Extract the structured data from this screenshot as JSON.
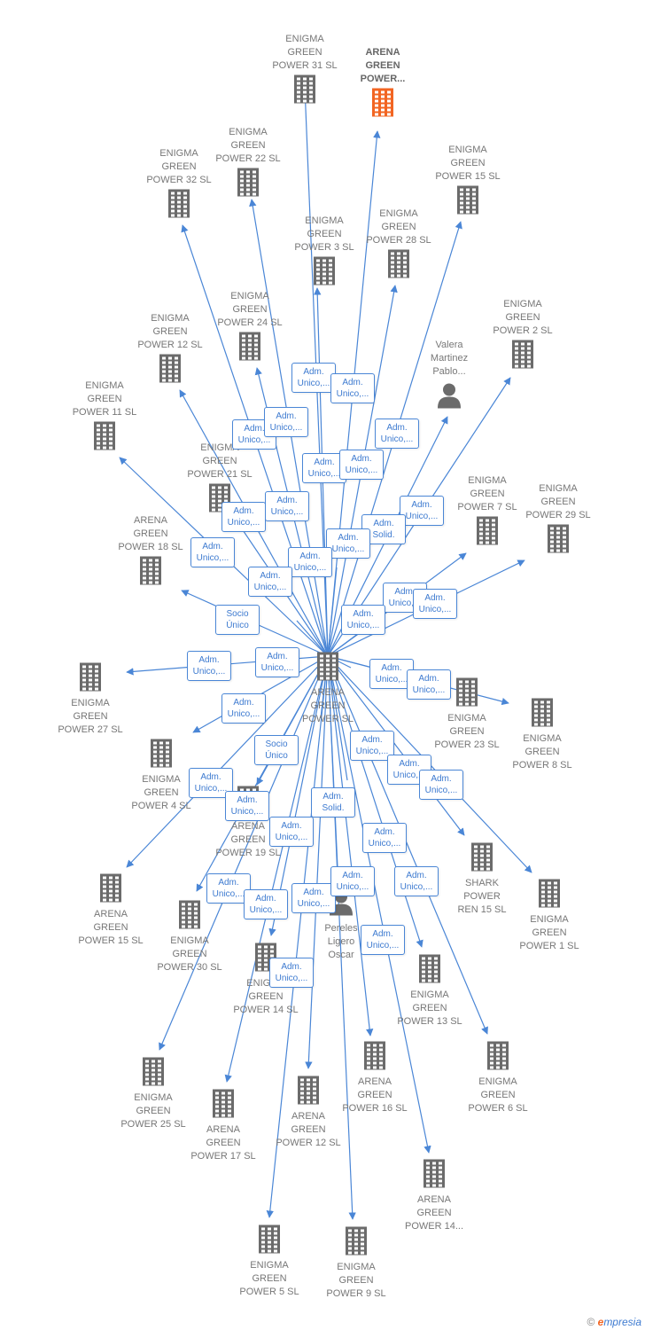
{
  "colors": {
    "edge": "#4a86d6",
    "building": "#6b6b6b",
    "highlight": "#f26522",
    "label": "#777777",
    "rel_text": "#3d7ad0"
  },
  "footer": {
    "copyright": "©",
    "brand_e": "e",
    "brand_rest": "mpresia"
  },
  "nodes": [
    {
      "id": "center",
      "label": "ARENA\nGREEN\nPOWER  SL",
      "icon": "building-icon"
    },
    {
      "id": "n1",
      "label": "ENIGMA\nGREEN\nPOWER 31  SL",
      "icon": "building-icon"
    },
    {
      "id": "n2",
      "label": "ARENA\nGREEN\nPOWER...",
      "icon": "building-icon",
      "highlight": true
    },
    {
      "id": "n3",
      "label": "ENIGMA\nGREEN\nPOWER 22  SL",
      "icon": "building-icon"
    },
    {
      "id": "n4",
      "label": "ENIGMA\nGREEN\nPOWER 32  SL",
      "icon": "building-icon"
    },
    {
      "id": "n5",
      "label": "ENIGMA\nGREEN\nPOWER 15  SL",
      "icon": "building-icon"
    },
    {
      "id": "n6",
      "label": "ENIGMA\nGREEN\nPOWER 3  SL",
      "icon": "building-icon"
    },
    {
      "id": "n7",
      "label": "ENIGMA\nGREEN\nPOWER 28  SL",
      "icon": "building-icon"
    },
    {
      "id": "n8",
      "label": "ENIGMA\nGREEN\nPOWER 2  SL",
      "icon": "building-icon"
    },
    {
      "id": "n9",
      "label": "ENIGMA\nGREEN\nPOWER 24  SL",
      "icon": "building-icon"
    },
    {
      "id": "n10",
      "label": "ENIGMA\nGREEN\nPOWER 12  SL",
      "icon": "building-icon"
    },
    {
      "id": "n11",
      "label": "Valera\nMartinez\nPablo...",
      "icon": "person-icon"
    },
    {
      "id": "n12",
      "label": "ENIGMA\nGREEN\nPOWER 11  SL",
      "icon": "building-icon"
    },
    {
      "id": "n13",
      "label": "ENIGMA\nGREEN\nPOWER 21  SL",
      "icon": "building-icon"
    },
    {
      "id": "n14",
      "label": "ENIGMA\nGREEN\nPOWER 7  SL",
      "icon": "building-icon"
    },
    {
      "id": "n15",
      "label": "ENIGMA\nGREEN\nPOWER 29  SL",
      "icon": "building-icon"
    },
    {
      "id": "n16",
      "label": "ARENA\nGREEN\nPOWER 18  SL",
      "icon": "building-icon"
    },
    {
      "id": "n17",
      "label": "ENIGMA\nGREEN\nPOWER 27  SL",
      "icon": "building-icon"
    },
    {
      "id": "n18",
      "label": "ENIGMA\nGREEN\nPOWER 23  SL",
      "icon": "building-icon"
    },
    {
      "id": "n19",
      "label": "ENIGMA\nGREEN\nPOWER 8  SL",
      "icon": "building-icon"
    },
    {
      "id": "n20",
      "label": "ENIGMA\nGREEN\nPOWER 4  SL",
      "icon": "building-icon"
    },
    {
      "id": "n21",
      "label": "ARENA\nGREEN\nPOWER 19  SL",
      "icon": "building-icon"
    },
    {
      "id": "n22",
      "label": "SHARK\nPOWER\nREN 15  SL",
      "icon": "building-icon"
    },
    {
      "id": "n23",
      "label": "ENIGMA\nGREEN\nPOWER 1  SL",
      "icon": "building-icon"
    },
    {
      "id": "n24",
      "label": "ARENA\nGREEN\nPOWER 15  SL",
      "icon": "building-icon"
    },
    {
      "id": "n25",
      "label": "ENIGMA\nGREEN\nPOWER 30  SL",
      "icon": "building-icon"
    },
    {
      "id": "n26",
      "label": "Pereles\nLigero\nOscar",
      "icon": "person-icon"
    },
    {
      "id": "n27",
      "label": "ENIGMA\nGREEN\nPOWER 14  SL",
      "icon": "building-icon"
    },
    {
      "id": "n28",
      "label": "ENIGMA\nGREEN\nPOWER 13  SL",
      "icon": "building-icon"
    },
    {
      "id": "n29",
      "label": "ARENA\nGREEN\nPOWER 16  SL",
      "icon": "building-icon"
    },
    {
      "id": "n30",
      "label": "ENIGMA\nGREEN\nPOWER 6  SL",
      "icon": "building-icon"
    },
    {
      "id": "n31",
      "label": "ENIGMA\nGREEN\nPOWER 25  SL",
      "icon": "building-icon"
    },
    {
      "id": "n32",
      "label": "ARENA\nGREEN\nPOWER 17  SL",
      "icon": "building-icon"
    },
    {
      "id": "n33",
      "label": "ARENA\nGREEN\nPOWER 12  SL",
      "icon": "building-icon"
    },
    {
      "id": "n34",
      "label": "ARENA\nGREEN\nPOWER 14...",
      "icon": "building-icon"
    },
    {
      "id": "n35",
      "label": "ENIGMA\nGREEN\nPOWER 5  SL",
      "icon": "building-icon"
    },
    {
      "id": "n36",
      "label": "ENIGMA\nGREEN\nPOWER 9  SL",
      "icon": "building-icon"
    }
  ],
  "relations": [
    {
      "id": "r1",
      "text": "Adm.\nUnico,..."
    },
    {
      "id": "r2",
      "text": "Adm.\nUnico,..."
    },
    {
      "id": "r3",
      "text": "Adm.\nUnico,..."
    },
    {
      "id": "r4",
      "text": "Adm.\nUnico,..."
    },
    {
      "id": "r5",
      "text": "Adm.\nUnico,..."
    },
    {
      "id": "r6",
      "text": "Adm.\nUnico,..."
    },
    {
      "id": "r7",
      "text": "Adm.\nUnico,..."
    },
    {
      "id": "r8",
      "text": "Adm.\nUnico,..."
    },
    {
      "id": "r9",
      "text": "Adm.\nUnico,..."
    },
    {
      "id": "r10",
      "text": "Adm.\nUnico,..."
    },
    {
      "id": "r11",
      "text": "Adm.\nUnico,..."
    },
    {
      "id": "r12",
      "text": "Adm.\nSolid."
    },
    {
      "id": "r13",
      "text": "Adm.\nUnico,..."
    },
    {
      "id": "r14",
      "text": "Adm.\nUnico,..."
    },
    {
      "id": "r15",
      "text": "Adm.\nUnico,..."
    },
    {
      "id": "r16",
      "text": "Adm.\nUnico,..."
    },
    {
      "id": "r17",
      "text": "Adm.\nUnico,..."
    },
    {
      "id": "r18",
      "text": "Socio\nÚnico"
    },
    {
      "id": "r19",
      "text": "Adm.\nUnico,..."
    },
    {
      "id": "r20",
      "text": "Adm.\nUnico,..."
    },
    {
      "id": "r21",
      "text": "Adm.\nUnico,..."
    },
    {
      "id": "r22",
      "text": "Adm.\nUnico,..."
    },
    {
      "id": "r23",
      "text": "Adm.\nUnico,..."
    },
    {
      "id": "r24",
      "text": "Adm.\nUnico,..."
    },
    {
      "id": "r25",
      "text": "Socio\nÚnico"
    },
    {
      "id": "r26",
      "text": "Adm.\nUnico,..."
    },
    {
      "id": "r27",
      "text": "Adm.\nUnico,..."
    },
    {
      "id": "r28",
      "text": "Adm.\nUnico,..."
    },
    {
      "id": "r29",
      "text": "Adm.\nUnico,..."
    },
    {
      "id": "r30",
      "text": "Adm.\nSolid."
    },
    {
      "id": "r31",
      "text": "Adm.\nUnico,..."
    },
    {
      "id": "r32",
      "text": "Adm.\nUnico,..."
    },
    {
      "id": "r33",
      "text": "Adm.\nUnico,..."
    },
    {
      "id": "r34",
      "text": "Adm.\nUnico,..."
    },
    {
      "id": "r35",
      "text": "Adm.\nUnico,..."
    },
    {
      "id": "r36",
      "text": "Adm.\nUnico,..."
    },
    {
      "id": "r37",
      "text": "Adm.\nUnico,..."
    },
    {
      "id": "r38",
      "text": "Adm.\nUnico,..."
    },
    {
      "id": "r39",
      "text": "Adm.\nUnico,..."
    },
    {
      "id": "r40",
      "text": "Adm.\nUnico,..."
    }
  ]
}
